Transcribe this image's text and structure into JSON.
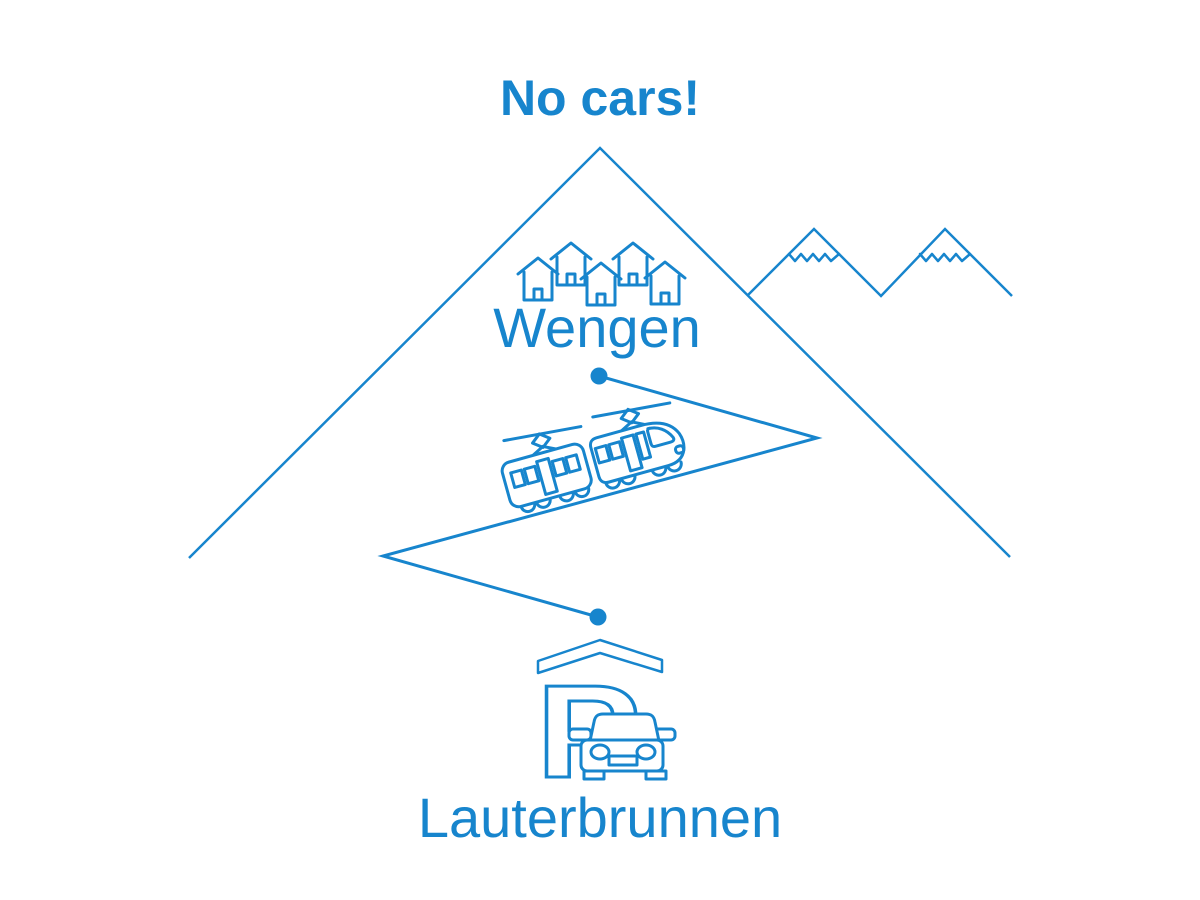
{
  "colors": {
    "accent": "#1785cd",
    "background": "#ffffff"
  },
  "title": "No cars!",
  "villages": {
    "upper": {
      "label": "Wengen"
    },
    "lower": {
      "label": "Lauterbrunnen"
    }
  },
  "garage": {
    "letter": "P"
  },
  "icons": {
    "main_mountain": "mountain-outline-icon",
    "snow_peaks": "snowcapped-peaks-icon",
    "houses": "village-houses-icon",
    "railway": "zigzag-rack-railway-line",
    "station_dots": "station-dot",
    "train": "cog-railway-train-icon",
    "garage_roof": "parking-garage-roof-icon",
    "car": "car-front-icon"
  }
}
